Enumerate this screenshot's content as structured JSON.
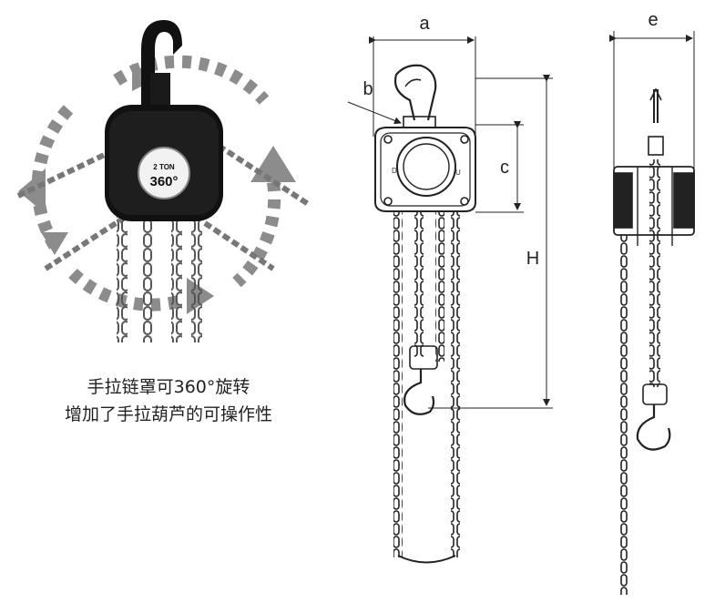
{
  "photo": {
    "badge_top": "2 TON",
    "badge_bottom": "360°"
  },
  "caption": {
    "line1": "手拉链罩可360°旋转",
    "line2": "增加了手拉葫芦的可操作性"
  },
  "front_view": {
    "dim_a": "a",
    "dim_b": "b",
    "dim_c": "c",
    "dim_H": "H",
    "side_mark_left": "D",
    "side_mark_right": "U"
  },
  "side_view": {
    "dim_e": "e"
  },
  "colors": {
    "body": "#111111",
    "arrow": "#8c8c8c",
    "line": "#222222"
  }
}
